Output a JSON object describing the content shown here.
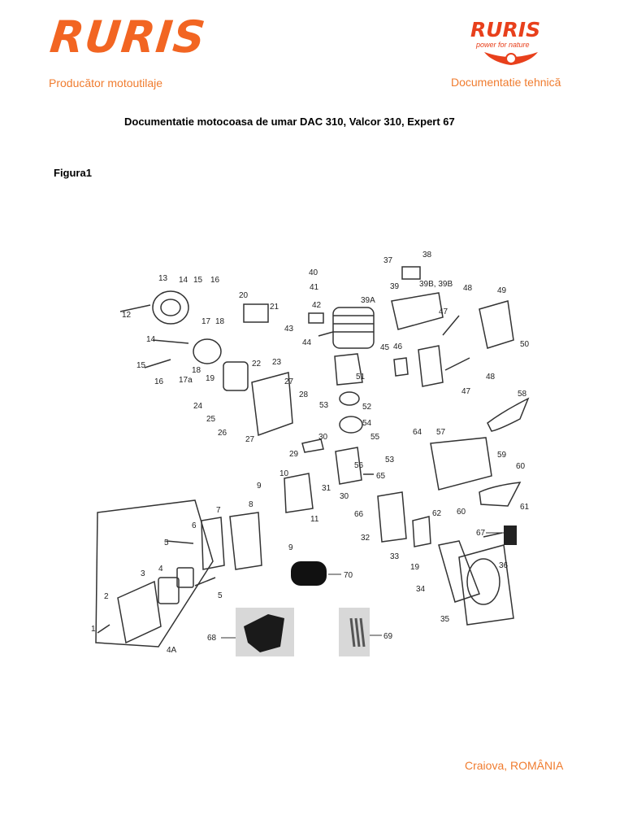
{
  "header": {
    "brand": "RURIS",
    "brand_small": "RURIS",
    "brand_tagline": "power for nature",
    "left_text": "Producător motoutilaje",
    "right_text": "Documentatie tehnică",
    "accent_color": "#f26522"
  },
  "document": {
    "title": "Documentatie motocoasa de umar DAC 310, Valcor 310, Expert 67",
    "figure_label": "Figura1"
  },
  "diagram": {
    "callouts": [
      "1",
      "2",
      "3",
      "4",
      "4A",
      "5",
      "5",
      "6",
      "7",
      "8",
      "9",
      "9",
      "10",
      "11",
      "12",
      "13",
      "14",
      "14",
      "15",
      "15",
      "16",
      "16",
      "17",
      "17a",
      "18",
      "18",
      "19",
      "19",
      "20",
      "21",
      "22",
      "23",
      "24",
      "25",
      "26",
      "27",
      "27",
      "28",
      "29",
      "30",
      "30",
      "31",
      "32",
      "33",
      "34",
      "35",
      "36",
      "37",
      "38",
      "39",
      "39A",
      "39B, 39B",
      "40",
      "41",
      "42",
      "43",
      "44",
      "45",
      "46",
      "47",
      "47",
      "48",
      "48",
      "49",
      "50",
      "51",
      "52",
      "53",
      "53",
      "54",
      "55",
      "56",
      "57",
      "58",
      "59",
      "60",
      "60",
      "61",
      "62",
      "64",
      "65",
      "66",
      "67",
      "68",
      "69",
      "70"
    ]
  },
  "footer": {
    "location": "Craiova, ROMÂNIA"
  }
}
